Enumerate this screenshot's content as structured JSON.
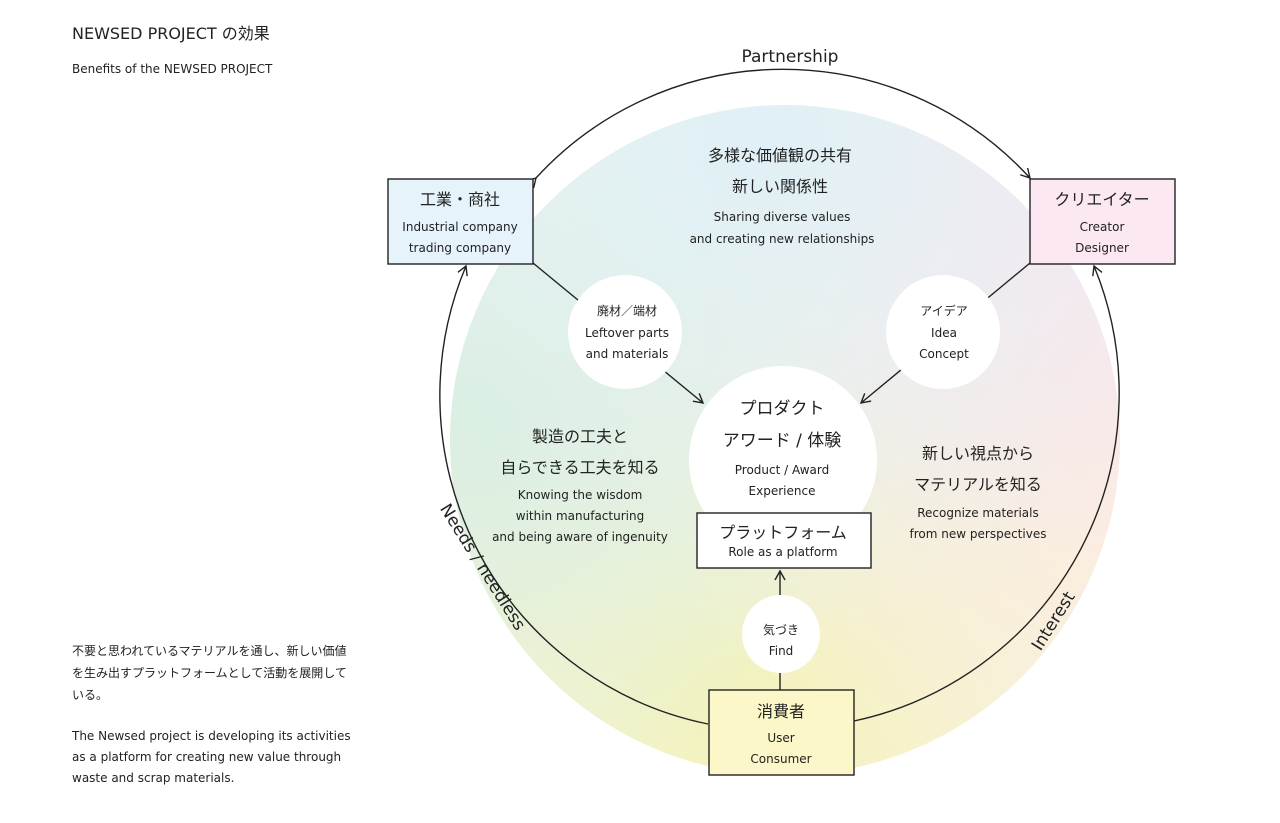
{
  "header": {
    "title": "NEWSED PROJECT の効果",
    "subtitle": "Benefits of the NEWSED PROJECT"
  },
  "description": {
    "jp": "不要と思われているマテリアルを通し、新しい価値を生み出すプラットフォームとして活動を展開している。",
    "en": "The Newsed project is developing its activities as a platform for creating new value through waste and scrap materials."
  },
  "edges": {
    "top": "Partnership",
    "left": "Needs / needless",
    "right": "Interest"
  },
  "nodes": {
    "industry": {
      "jp": "工業・商社",
      "en1": "Industrial company",
      "en2": "trading company"
    },
    "creator": {
      "jp": "クリエイター",
      "en1": "Creator",
      "en2": "Designer"
    },
    "consumer": {
      "jp": "消費者",
      "en1": "User",
      "en2": "Consumer"
    },
    "platform": {
      "jp": "プラットフォーム",
      "en": "Role as a platform"
    }
  },
  "bubbles": {
    "materials": {
      "jp": "廃材／端材",
      "en1": "Leftover parts",
      "en2": "and materials"
    },
    "idea": {
      "jp": "アイデア",
      "en1": "Idea",
      "en2": "Concept"
    },
    "find": {
      "jp": "気づき",
      "en": "Find"
    },
    "product": {
      "jp1": "プロダクト",
      "jp2": "アワード / 体験",
      "en1": "Product / Award",
      "en2": "Experience"
    }
  },
  "regions": {
    "top": {
      "jp1": "多様な価値観の共有",
      "jp2": "新しい関係性",
      "en1": "Sharing diverse values",
      "en2": "and creating new relationships"
    },
    "left": {
      "jp1": "製造の工夫と",
      "jp2": "自らできる工夫を知る",
      "en1": "Knowing the wisdom",
      "en2": "within manufacturing",
      "en3": "and being aware of ingenuity"
    },
    "right": {
      "jp1": "新しい視点から",
      "jp2": "マテリアルを知る",
      "en1": "Recognize materials",
      "en2": "from new perspectives"
    }
  },
  "colors": {
    "industry_box": "#e6f3fb",
    "creator_box": "#fbe8f2",
    "consumer_box": "#fbf7c8",
    "stroke": "#222222"
  }
}
